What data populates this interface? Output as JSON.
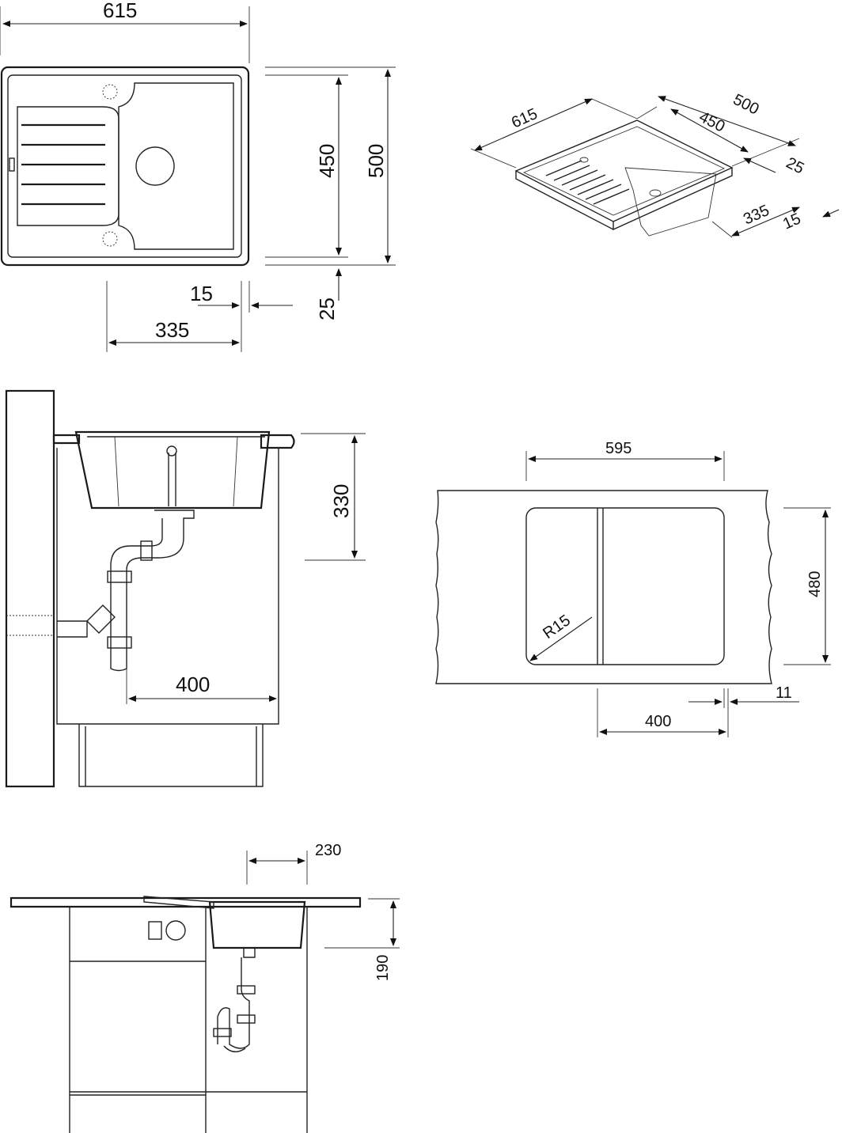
{
  "top_view": {
    "dim_width": "615",
    "dim_bowl_height": "450",
    "dim_total_height": "500",
    "dim_offset_x": "15",
    "dim_offset_y": "25",
    "dim_drain_x": "335"
  },
  "iso_view": {
    "dim_width": "615",
    "dim_depth": "500",
    "dim_bowl": "450",
    "dim_offset_y": "25",
    "dim_drain_x": "335",
    "dim_offset_x": "15"
  },
  "cabinet_section": {
    "dim_height": "330",
    "dim_drain_offset": "400"
  },
  "cutout": {
    "dim_width": "595",
    "dim_height": "480",
    "dim_radius": "R15",
    "dim_drain": "400",
    "dim_edge": "11"
  },
  "side_section": {
    "dim_depth": "190",
    "dim_offset": "230"
  }
}
